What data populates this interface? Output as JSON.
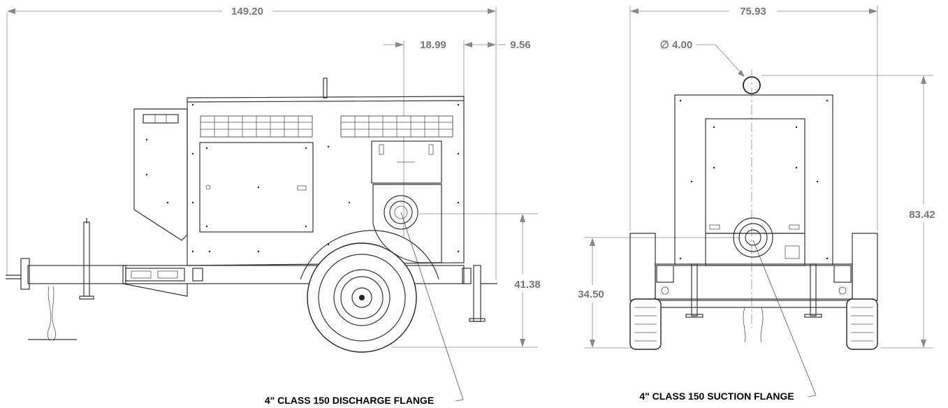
{
  "dimensions": {
    "overall_length": "149.20",
    "pump_offset": "18.99",
    "rear_offset": "9.56",
    "discharge_height": "41.38",
    "overall_width": "75.93",
    "lift_eye_diameter": "∅ 4.00",
    "suction_height": "34.50",
    "overall_height": "83.42"
  },
  "callouts": {
    "discharge": "4\" CLASS 150 DISCHARGE FLANGE",
    "suction": "4\" CLASS 150 SUCTION FLANGE"
  }
}
